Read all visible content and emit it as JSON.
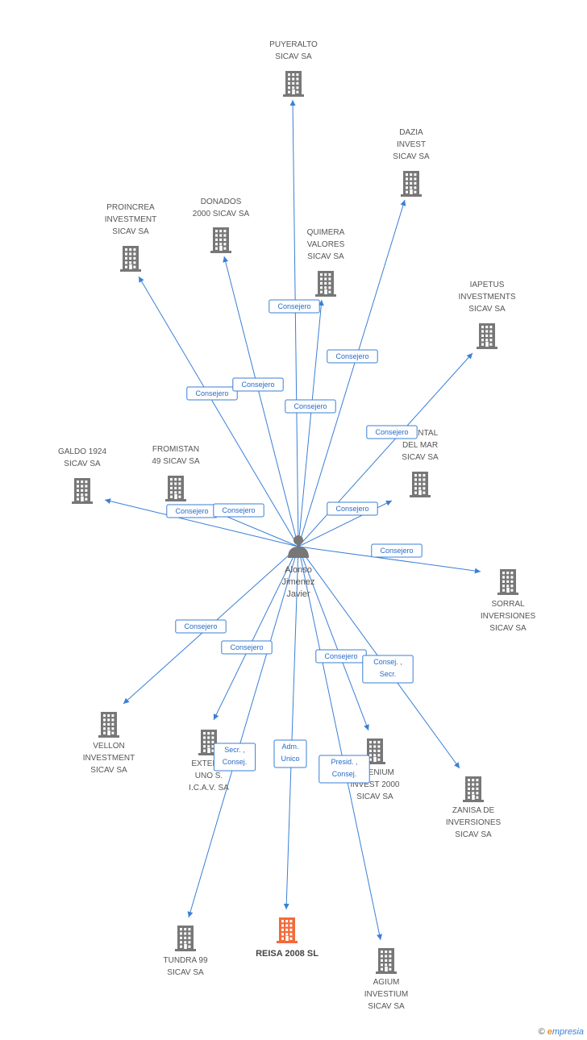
{
  "center": {
    "lines": [
      "Alonso",
      "Jimenez",
      "Javier"
    ]
  },
  "highlight_color": "#f26b3a",
  "node_color": "#777777",
  "edge_color": "#3a7fd5",
  "nodes": [
    {
      "id": "puyeralto",
      "lines": [
        "PUYERALTO",
        "SICAV SA"
      ],
      "highlight": false
    },
    {
      "id": "dazia",
      "lines": [
        "DAZIA",
        "INVEST",
        "SICAV SA"
      ],
      "highlight": false
    },
    {
      "id": "proincrea",
      "lines": [
        "PROINCREA",
        "INVESTMENT",
        "SICAV SA"
      ],
      "highlight": false
    },
    {
      "id": "donados",
      "lines": [
        "DONADOS",
        "2000 SICAV SA"
      ],
      "highlight": false
    },
    {
      "id": "quimera",
      "lines": [
        "QUIMERA",
        "VALORES",
        "SICAV SA"
      ],
      "highlight": false
    },
    {
      "id": "iapetus",
      "lines": [
        "IAPETUS",
        "INVESTMENTS",
        "SICAV SA"
      ],
      "highlight": false
    },
    {
      "id": "oriental",
      "lines": [
        "…IENTAL",
        "DEL MAR",
        "SICAV SA"
      ],
      "highlight": false
    },
    {
      "id": "galdo",
      "lines": [
        "GALDO 1924",
        "SICAV SA"
      ],
      "highlight": false
    },
    {
      "id": "fromistan",
      "lines": [
        "FROMISTAN",
        "49 SICAV SA"
      ],
      "highlight": false
    },
    {
      "id": "sorral",
      "lines": [
        "SORRAL",
        "INVERSIONES",
        "SICAV SA"
      ],
      "highlight": false
    },
    {
      "id": "vellon",
      "lines": [
        "VELLON",
        "INVESTMENT",
        "SICAV SA"
      ],
      "highlight": false
    },
    {
      "id": "extenso",
      "lines": [
        "EXTEN…",
        "UNO S.",
        "I.C.A.V. SA"
      ],
      "highlight": false
    },
    {
      "id": "selenium",
      "lines": [
        "…LENIUM",
        "INVEST 2000",
        "SICAV SA"
      ],
      "highlight": false
    },
    {
      "id": "zanisa",
      "lines": [
        "ZANISA DE",
        "INVERSIONES",
        "SICAV SA"
      ],
      "highlight": false
    },
    {
      "id": "tundra",
      "lines": [
        "TUNDRA 99",
        "SICAV SA"
      ],
      "highlight": false
    },
    {
      "id": "reisa",
      "lines": [
        "REISA 2008 SL"
      ],
      "highlight": true
    },
    {
      "id": "agium",
      "lines": [
        "AGIUM",
        "INVESTIUM",
        "SICAV SA"
      ],
      "highlight": false
    }
  ],
  "edges": [
    {
      "target": "puyeralto",
      "label": [
        "Consejero"
      ]
    },
    {
      "target": "dazia",
      "label": [
        "Consejero"
      ]
    },
    {
      "target": "proincrea",
      "label": [
        "Consejero"
      ]
    },
    {
      "target": "donados",
      "label": [
        "Consejero"
      ]
    },
    {
      "target": "quimera",
      "label": [
        "Consejero"
      ]
    },
    {
      "target": "iapetus",
      "label": [
        "Consejero"
      ]
    },
    {
      "target": "oriental",
      "label": [
        "Consejero"
      ]
    },
    {
      "target": "galdo",
      "label": [
        "Consejero"
      ]
    },
    {
      "target": "fromistan",
      "label": [
        "Consejero"
      ]
    },
    {
      "target": "sorral",
      "label": [
        "Consejero"
      ]
    },
    {
      "target": "vellon",
      "label": [
        "Consejero"
      ]
    },
    {
      "target": "extenso",
      "label": [
        "Consejero"
      ]
    },
    {
      "target": "selenium",
      "label": [
        "Consejero"
      ]
    },
    {
      "target": "zanisa",
      "label": [
        "Consej. ,",
        "Secr."
      ]
    },
    {
      "target": "tundra",
      "label": [
        "Secr. ,",
        "Consej."
      ]
    },
    {
      "target": "reisa",
      "label": [
        "Adm.",
        "Unico"
      ]
    },
    {
      "target": "agium",
      "label": [
        "Presid. ,",
        "Consej."
      ]
    }
  ],
  "footer": {
    "copyright": "©",
    "brand_e": "e",
    "brand_rest": "mpresia"
  }
}
